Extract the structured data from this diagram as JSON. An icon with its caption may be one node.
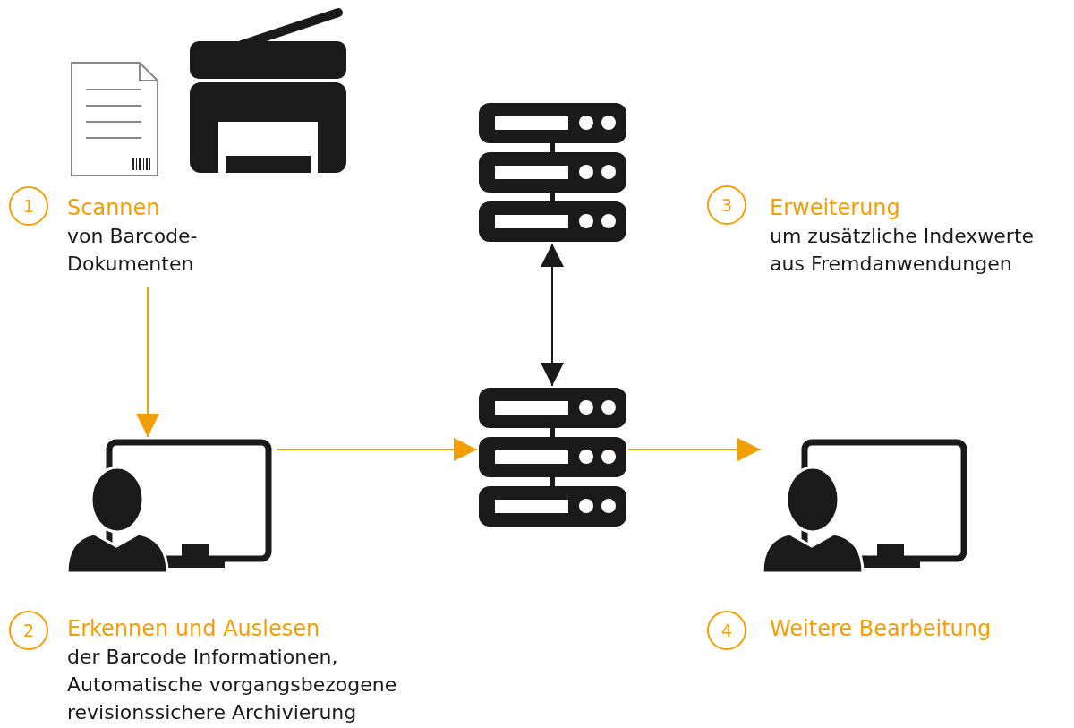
{
  "diagram": {
    "nodes": [
      {
        "text": [],
        "shape": "document"
      },
      {
        "text": [],
        "shape": "scanner"
      },
      {
        "text": [],
        "shape": "server"
      },
      {
        "text": [
          "1"
        ],
        "beside": [
          "Scannen",
          "von Barcode-Dokumenten"
        ]
      },
      {
        "text": [
          "3"
        ],
        "beside": [
          "Erweiterung",
          "um zusätzliche Indexwerte aus Fremdanwendungen"
        ]
      },
      {
        "text": [],
        "shape": "computer"
      },
      {
        "text": [],
        "shape": "server"
      },
      {
        "text": [],
        "shape": "computer"
      },
      {
        "text": [
          "2"
        ],
        "beside": [
          "Erkennen und Auslesen",
          "der Barcode Informationen, Automatische vorgangsbezogene revisionssichere Archivierung"
        ]
      },
      {
        "text": [
          "4"
        ],
        "beside": [
          "Weitere Bearbeitung"
        ]
      }
    ],
    "edges": [
      {
        "from": null,
        "to": 5,
        "arrow": "to"
      },
      {
        "from": 5,
        "to": 6,
        "arrow": "to"
      },
      {
        "from": 2,
        "to": 6,
        "arrow": "both",
        "color": "#1a1a1a"
      },
      {
        "from": 6,
        "to": 7,
        "arrow": "to"
      }
    ]
  }
}
